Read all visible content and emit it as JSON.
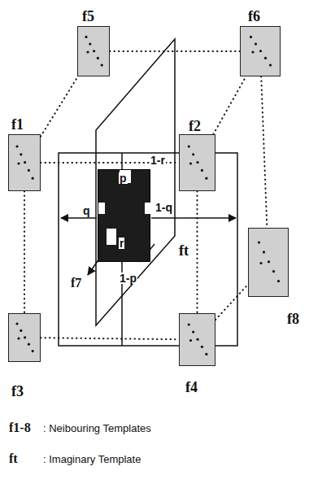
{
  "diagram": {
    "nodes": [
      {
        "text": [
          "f5"
        ]
      },
      {
        "text": [
          "f6"
        ]
      },
      {
        "text": [
          "f1"
        ]
      },
      {
        "text": [
          "f2"
        ]
      },
      {
        "text": [
          "ft"
        ]
      },
      {
        "text": [
          "f8"
        ]
      },
      {
        "text": [
          "f3"
        ]
      },
      {
        "text": [
          "f4"
        ]
      }
    ],
    "edges": [
      {
        "from": 2,
        "to": 3,
        "arrow": "none"
      },
      {
        "from": 2,
        "to": 6,
        "arrow": "none"
      },
      {
        "from": 3,
        "to": 7,
        "arrow": "none"
      },
      {
        "from": 6,
        "to": 7,
        "arrow": "none"
      },
      {
        "from": 0,
        "to": 1,
        "arrow": "none"
      },
      {
        "from": 2,
        "to": 0,
        "arrow": "none"
      },
      {
        "from": 3,
        "to": 1,
        "arrow": "none"
      },
      {
        "from": 1,
        "to": 5,
        "arrow": "none"
      },
      {
        "from": 7,
        "to": 5,
        "arrow": "none"
      }
    ],
    "labels": [
      "p",
      "q",
      "r",
      "1-r",
      "1-q",
      "1-p",
      "f7",
      "f1-8",
      ": Neibouring Templates",
      "ft",
      ": Imaginary Template"
    ]
  }
}
